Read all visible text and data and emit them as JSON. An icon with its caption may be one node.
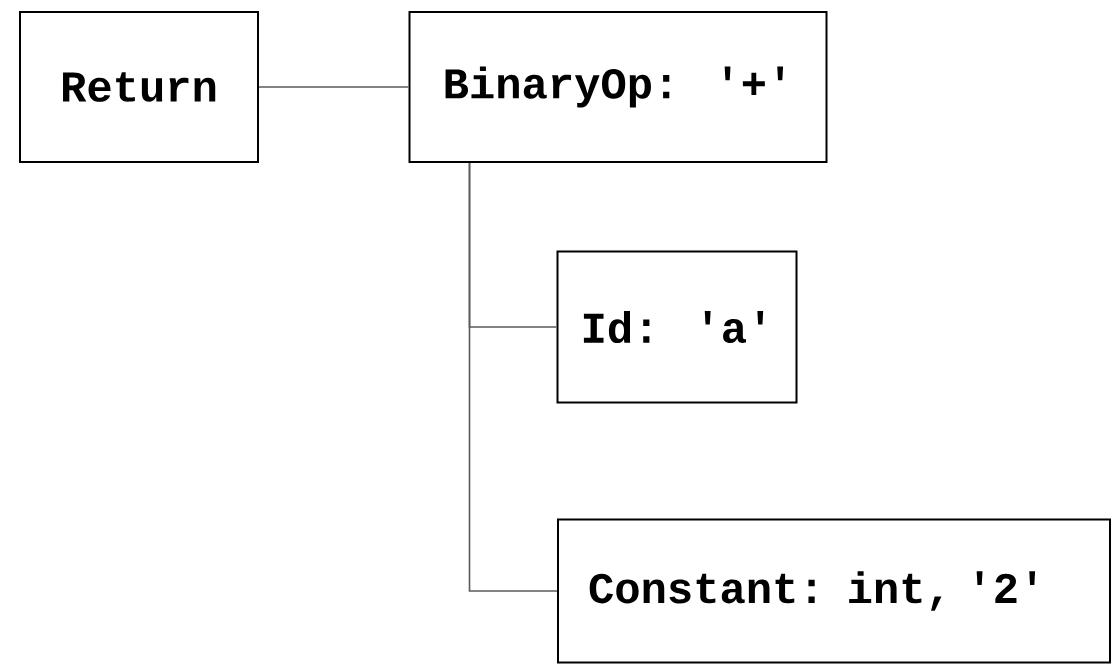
{
  "diagram": {
    "nodes": [
      {
        "text": [
          "Return"
        ]
      },
      {
        "text": [
          "BinaryOp: '+'"
        ]
      },
      {
        "text": [
          "Id: 'a'"
        ]
      },
      {
        "text": [
          "Constant: int, '2'"
        ]
      }
    ],
    "edges": [
      {
        "from": 0,
        "to": 1,
        "arrow": "none"
      },
      {
        "from": 1,
        "to": 2,
        "arrow": "none"
      },
      {
        "from": 1,
        "to": 3,
        "arrow": "none"
      }
    ]
  }
}
